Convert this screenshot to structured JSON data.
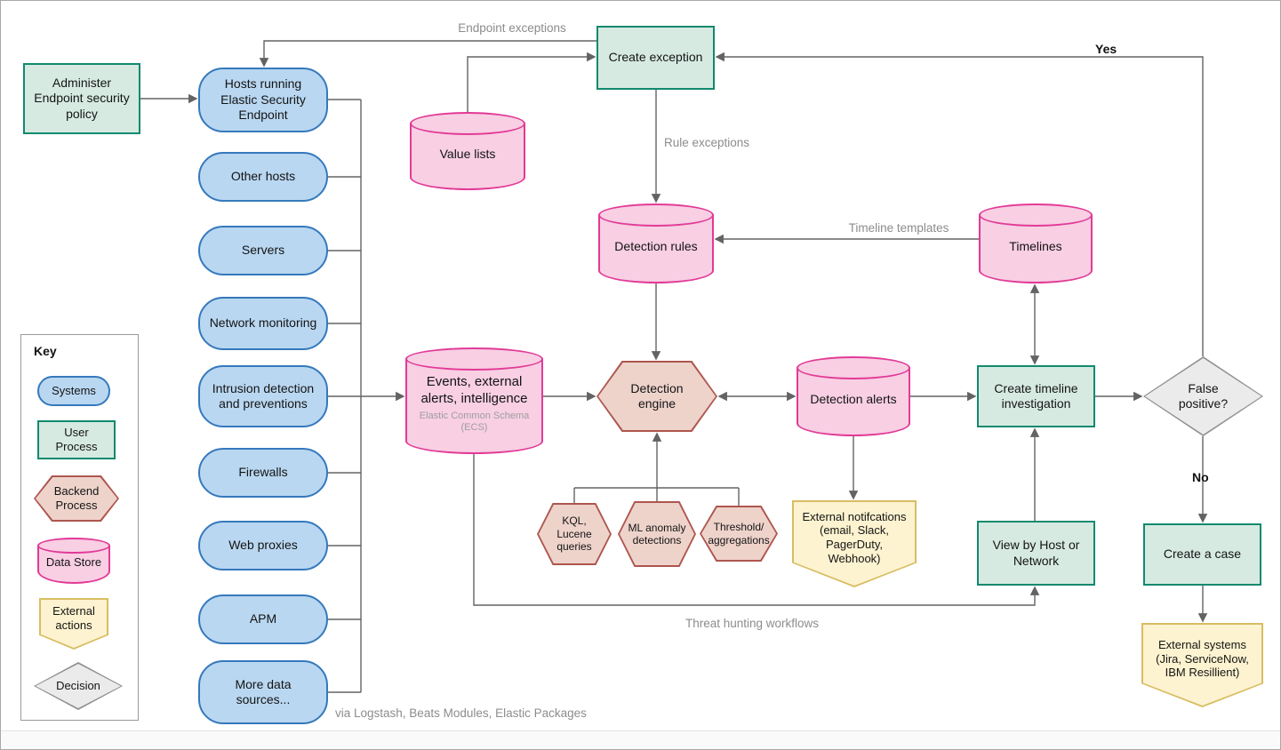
{
  "colors": {
    "systems_fill": "#b9d7f1",
    "systems_border": "#3579bc",
    "user_process_fill": "#d6eae2",
    "user_process_border": "#118a6e",
    "backend_process_fill": "#eed3cb",
    "backend_process_border": "#ad564e",
    "data_store_fill": "#f8cfe3",
    "data_store_border": "#e23a97",
    "external_actions_fill": "#fdf3d0",
    "external_actions_border": "#d8bd62",
    "decision_fill": "#ebebeb",
    "decision_border": "#8f8f8f",
    "edge_line": "#636363"
  },
  "key": {
    "title": "Key",
    "systems": "Systems",
    "user_process": "User Process",
    "backend_process": "Backend Process",
    "data_store": "Data Store",
    "external_actions": "External actions",
    "decision": "Decision"
  },
  "nodes": {
    "administer_policy": "Administer Endpoint security policy",
    "hosts_endpoint": "Hosts running Elastic Security Endpoint",
    "other_hosts": "Other hosts",
    "servers": "Servers",
    "network_monitoring": "Network monitoring",
    "intrusion_detection": "Intrusion detection and preventions",
    "firewalls": "Firewalls",
    "web_proxies": "Web proxies",
    "apm": "APM",
    "more_data_sources": "More data sources...",
    "value_lists": "Value lists",
    "create_exception": "Create exception",
    "detection_rules": "Detection rules",
    "timelines": "Timelines",
    "events": "Events, external alerts, intelligence",
    "events_sub": "Elastic Common Schema (ECS)",
    "detection_engine": "Detection engine",
    "kql_lucene": "KQL, Lucene queries",
    "ml_anomaly": "ML anomaly detections",
    "threshold": "Threshold/ aggregations",
    "detection_alerts": "Detection alerts",
    "external_notifications": "External notifcations (email, Slack, PagerDuty, Webhook)",
    "create_timeline": "Create timeline investigation",
    "view_by_host": "View by Host or Network",
    "false_positive": "False positive?",
    "create_case": "Create a case",
    "external_systems": "External systems (Jira, ServiceNow, IBM Resillient)"
  },
  "edge_labels": {
    "endpoint_exceptions": "Endpoint exceptions",
    "rule_exceptions": "Rule exceptions",
    "timeline_templates": "Timeline templates",
    "threat_hunting": "Threat hunting workflows",
    "via_logstash": "via Logstash, Beats Modules, Elastic Packages",
    "yes": "Yes",
    "no": "No"
  }
}
